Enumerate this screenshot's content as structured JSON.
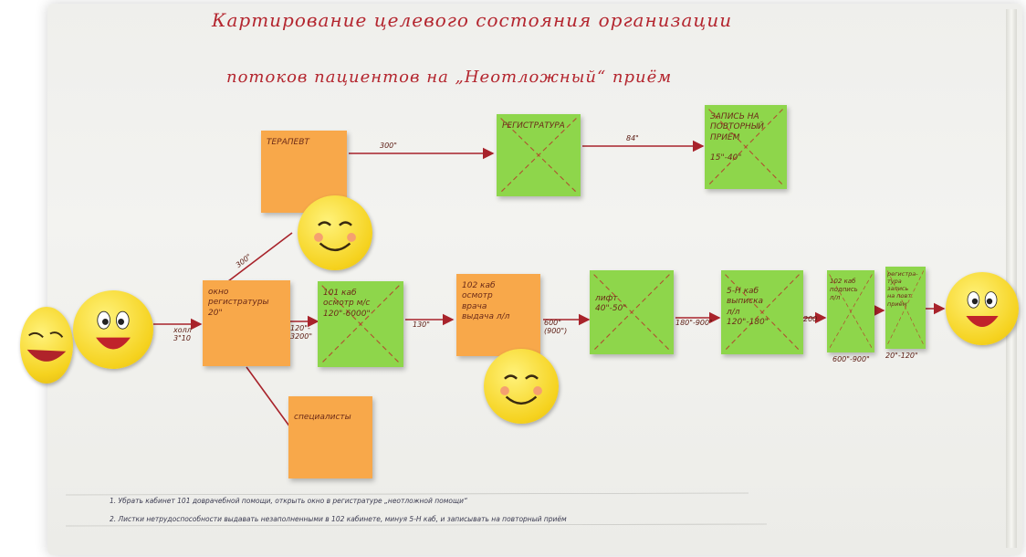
{
  "title_line1": "Картирование целевого состояния организации",
  "title_line2": "потоков пациентов на „Неотложный“ приём",
  "notes": {
    "terapevt": "ТЕРАПЕВТ",
    "registratura": "РЕГИСТРАТУРА",
    "zapis": "ЗАПИСЬ НА\nПОВТОРНЫЙ\nПРИЁМ\n\n15\"-40\"",
    "okno": "окно\nрегистратуры\n20\"",
    "kab101": "101 каб\nосмотр м/с\n120\"-6000\"",
    "kab102": "102 каб\nосмотр\nврача\nвыдача л/л",
    "lifty": "лифт\n40\"-50\"",
    "kab5h": "5-Н каб\nвыписка\nл/л\n120\"-180\"",
    "kab102b": "102 каб\nподпись\nл/л",
    "registratura2": "регистра-\nтура\nзапись\nна повт.\nприём",
    "specialisty": "специалисты"
  },
  "labels": {
    "l300": "300\"",
    "l84": "84\"",
    "l300diag": "300\"",
    "hall": "холл\n3\"10",
    "l120": "120\"-\n3200\"",
    "l130": "130\"",
    "l600": "600\"\n(900\")",
    "l180": "180\"-900\"",
    "l200": "200",
    "l600b": "600\"-900\"",
    "l20": "20\"-120\""
  },
  "footnotes": {
    "line1": "1. Убрать кабинет 101 доврачебной помощи, открыть окно в регистратуре „неотложной помощи“",
    "line2": "2. Листки нетрудоспособности выдавать незаполненными в 102 кабинете, минуя 5-Н каб, и записывать на повторный приём"
  },
  "colors": {
    "title": "#b4262f",
    "orange": "#f8a84a",
    "green": "#8ed64b",
    "arrow": "#a8232b"
  }
}
